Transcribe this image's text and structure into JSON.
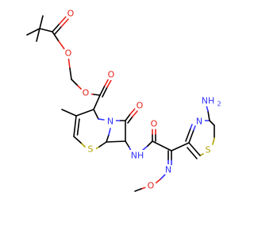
{
  "molecule": {
    "atom_colors": {
      "O": "#e8231b",
      "N": "#3333ff",
      "S": "#b2a200",
      "C": "#000000"
    },
    "labels": {
      "o_ester_carbonyl_top": "O",
      "o_ester_link_top": "O",
      "o_ester_link_mid": "O",
      "o_ester_carbonyl_mid": "O",
      "o_lactam": "O",
      "n_beta_lactam": "N",
      "s_ring": "S",
      "nh_amide": "NH",
      "o_amide": "O",
      "n_oxime": "N",
      "o_oxime": "O",
      "n_thiazole": "N",
      "s_thiazole": "S",
      "nh2": "NH",
      "nh2_sub": "2"
    }
  }
}
